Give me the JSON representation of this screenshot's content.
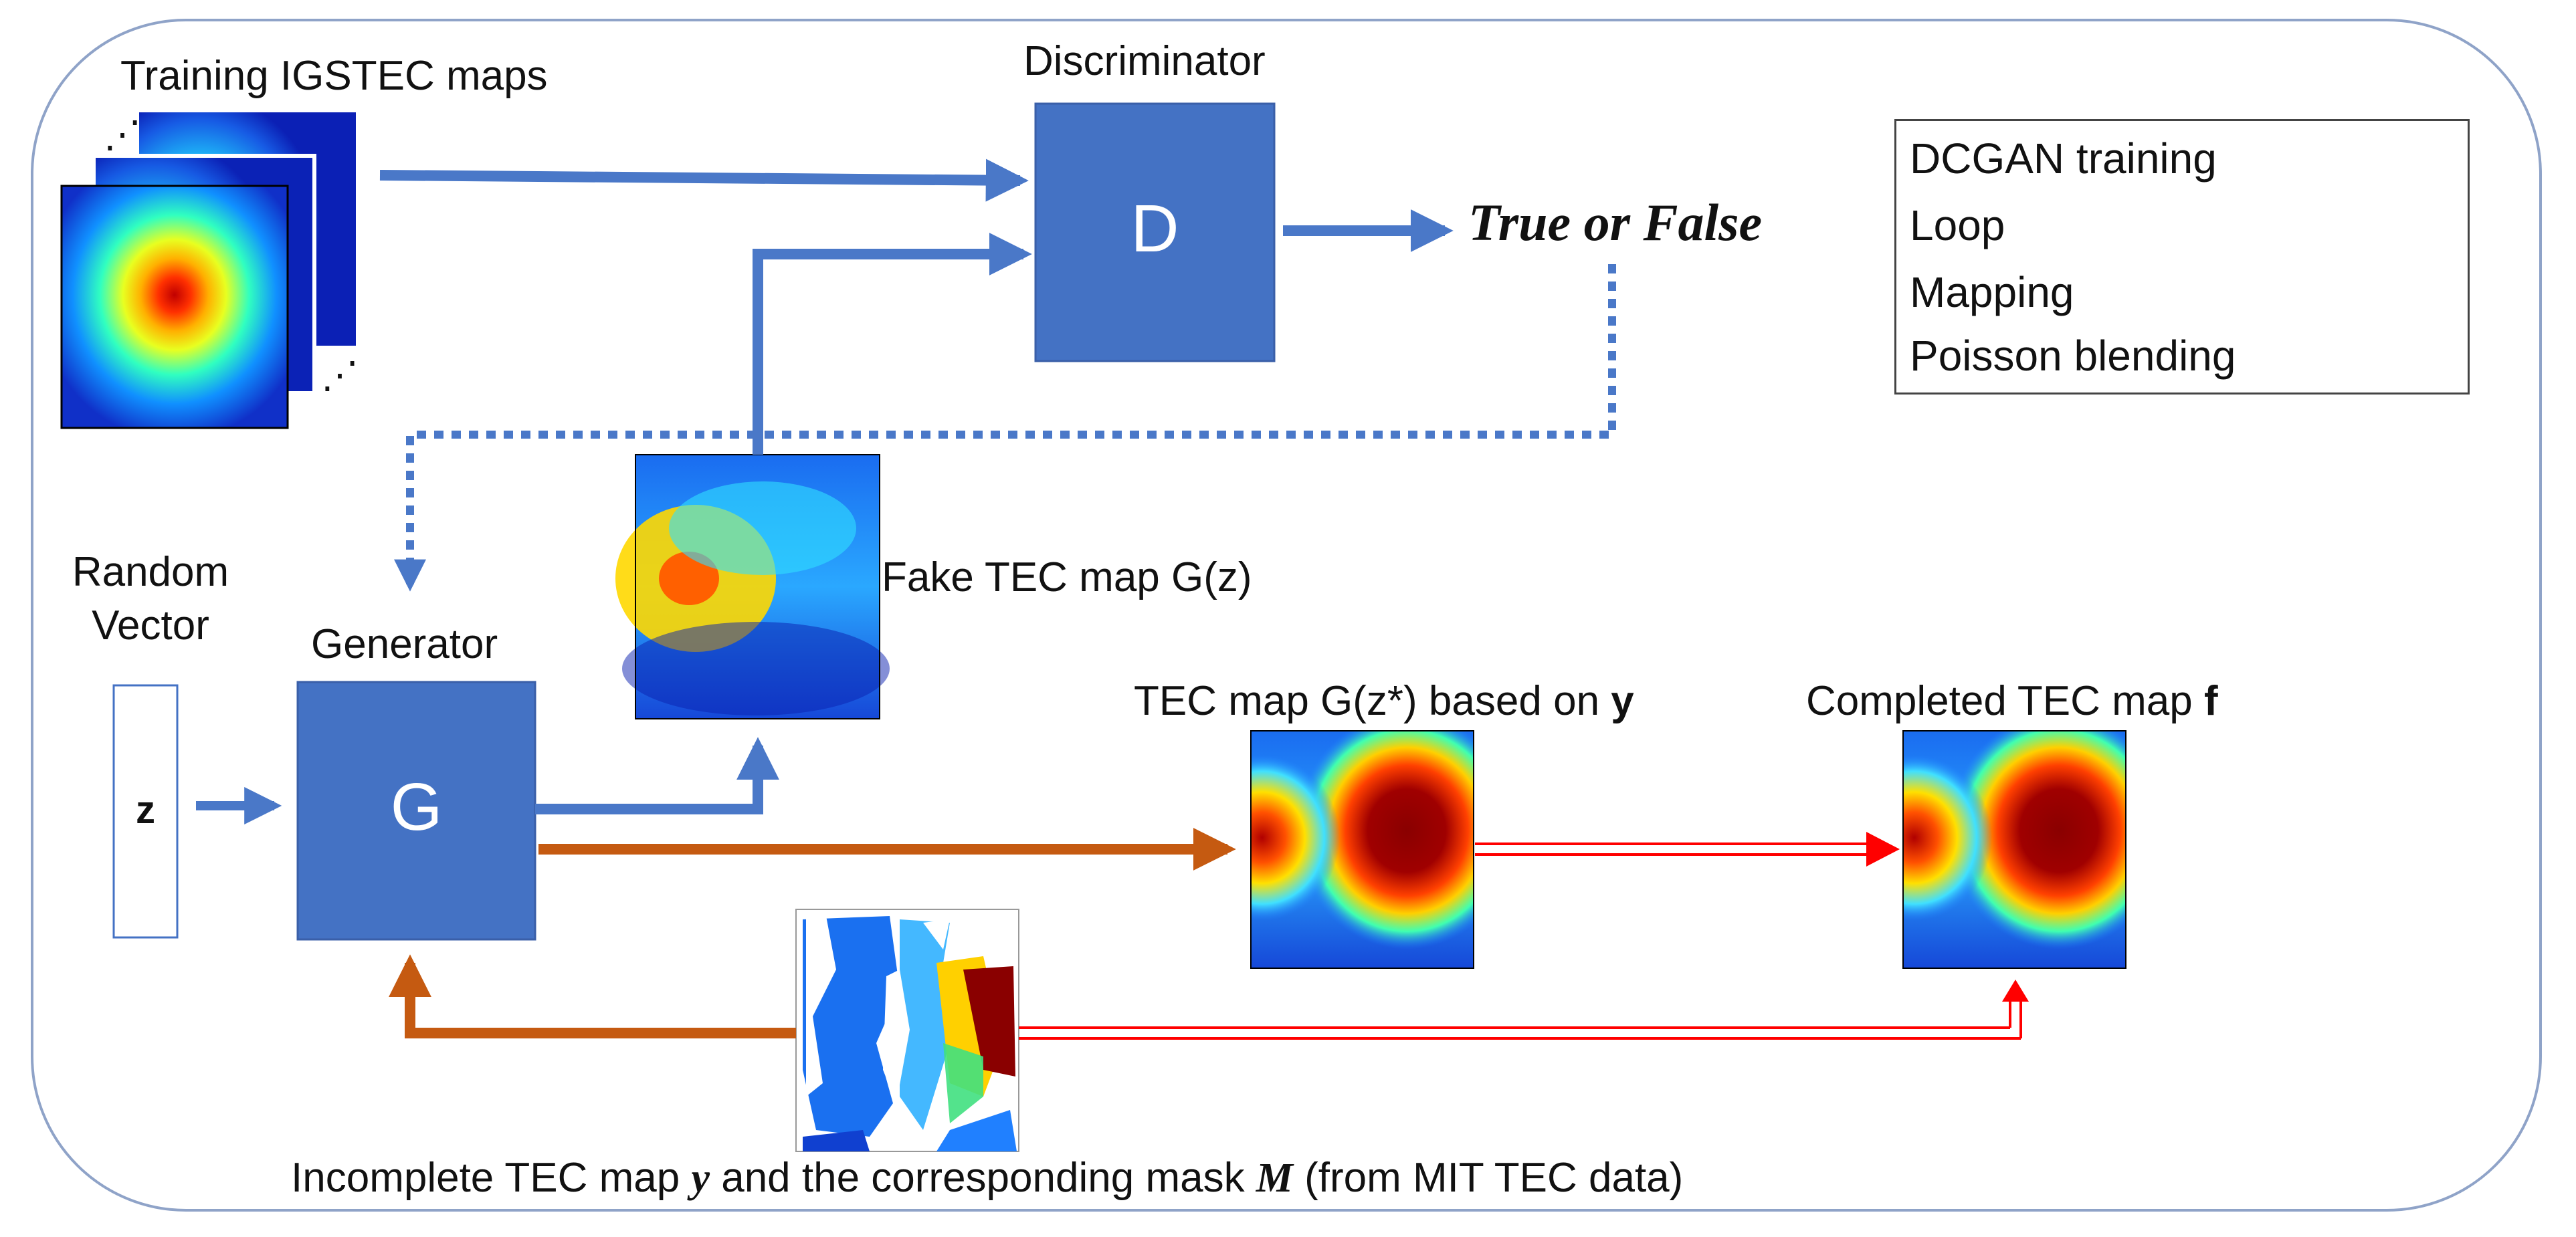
{
  "labels": {
    "training_maps": "Training IGSTEC maps",
    "discriminator": "Discriminator",
    "true_or_false": "True or False",
    "random_vector_line1": "Random",
    "random_vector_line2": "Vector",
    "z_symbol": "z",
    "generator": "Generator",
    "d_symbol": "D",
    "g_symbol": "G",
    "fake_map": "Fake TEC map G(z)",
    "tec_map_based_prefix": "TEC map G(z*) based on ",
    "tec_map_based_var": "y",
    "completed_prefix": "Completed TEC map ",
    "completed_var": "f",
    "incomplete_prefix": "Incomplete TEC map ",
    "incomplete_y": "y",
    "incomplete_mid": " and the corresponding mask ",
    "incomplete_m": "M",
    "incomplete_suffix": " (from MIT TEC data)",
    "ellipsis_top": "⋰",
    "ellipsis_bottom": "⋰"
  },
  "legend": {
    "items": [
      {
        "label": "DCGAN training",
        "style": "solid-blue"
      },
      {
        "label": "Loop",
        "style": "dotted-blue"
      },
      {
        "label": "Mapping",
        "style": "solid-orange"
      },
      {
        "label": "Poisson blending",
        "style": "double-red"
      }
    ]
  },
  "colors": {
    "block_blue": "#4472c4",
    "arrow_blue": "#4a78c8",
    "arrow_orange": "#c55a11",
    "arrow_red": "#ff0000",
    "frame": "#8fa3c8"
  }
}
